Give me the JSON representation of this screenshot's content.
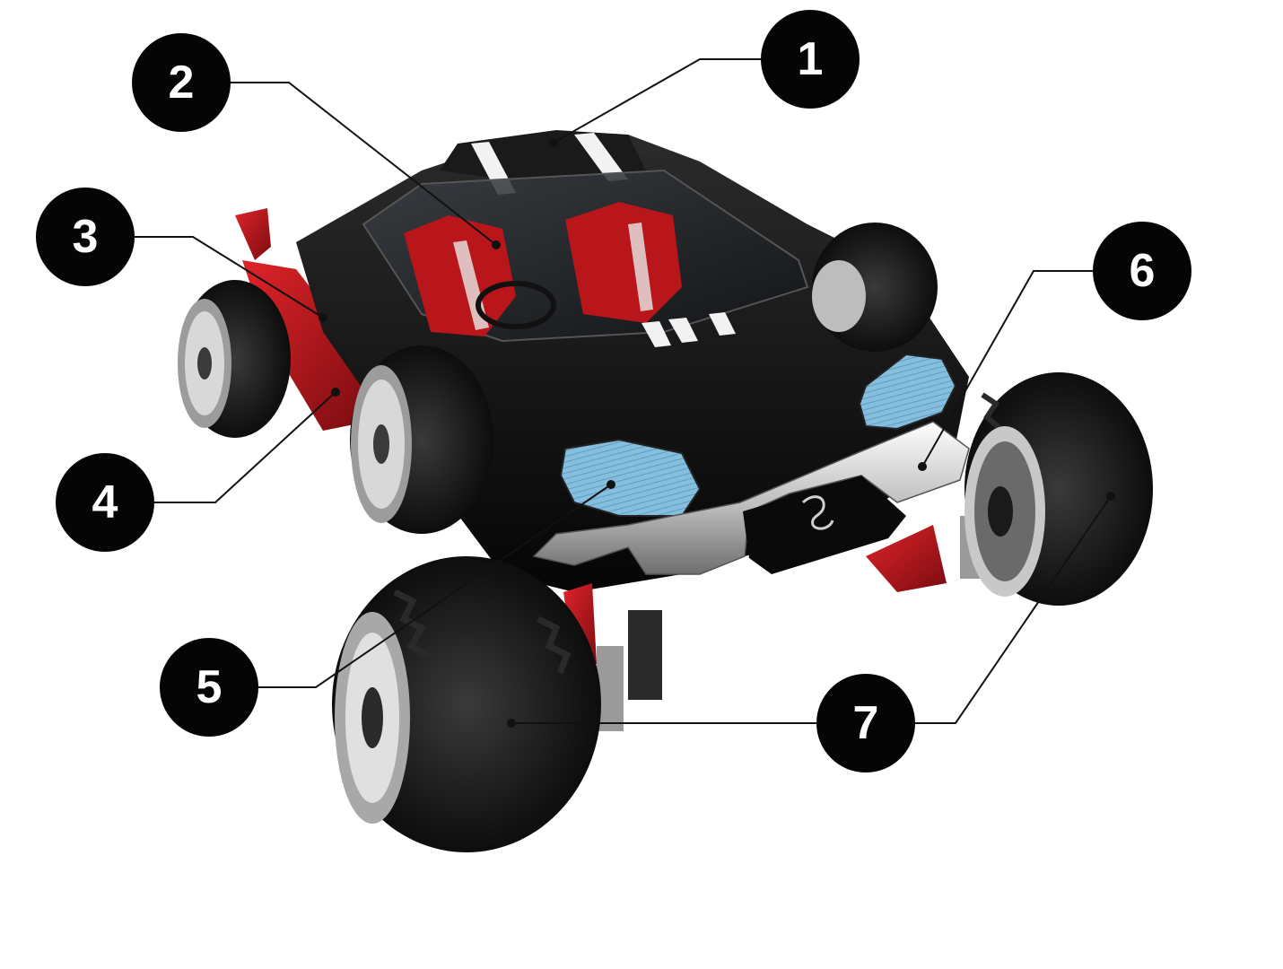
{
  "colors": {
    "background": "#ffffff",
    "body": "#0d0d0d",
    "body_highlight": "#2a2a2a",
    "red_accent": "#c4161c",
    "dark_red": "#7a0c10",
    "silver": "#d9d9d9",
    "light_blue": "#7eb6d6",
    "stripe": "#f2f2f2",
    "callout_fill": "#050505",
    "callout_text": "#ffffff"
  },
  "callouts": [
    {
      "id": "1",
      "label": "1"
    },
    {
      "id": "2",
      "label": "2"
    },
    {
      "id": "3",
      "label": "3"
    },
    {
      "id": "4",
      "label": "4"
    },
    {
      "id": "5",
      "label": "5"
    },
    {
      "id": "6",
      "label": "6"
    },
    {
      "id": "7",
      "label": "7"
    }
  ]
}
